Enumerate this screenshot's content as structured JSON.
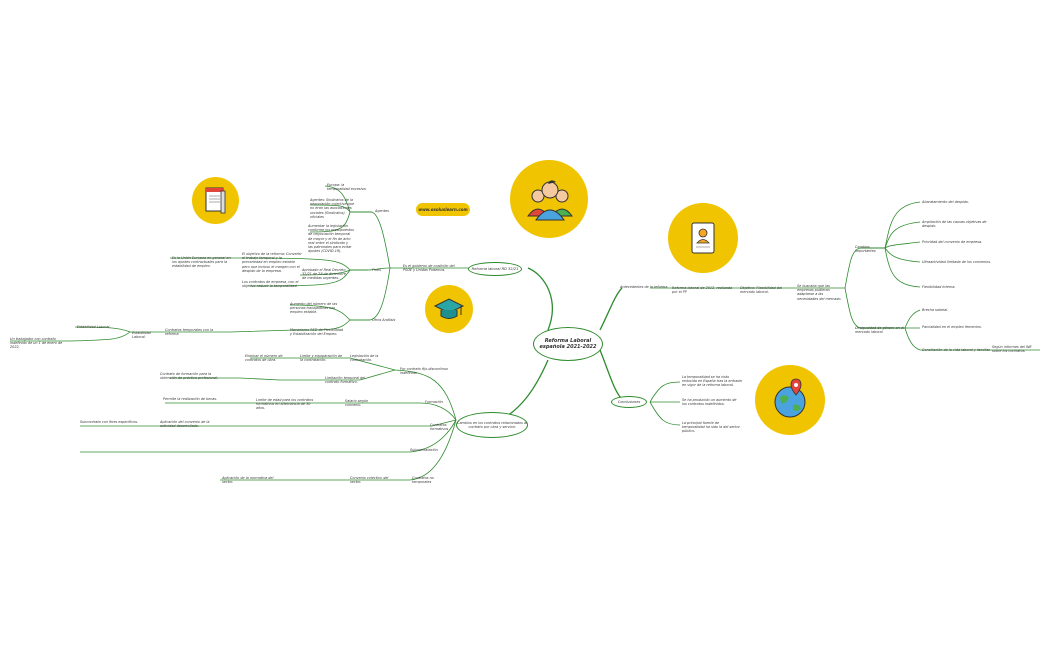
{
  "central": {
    "title": "Reforma Laboral española 2021-2022"
  },
  "website": "www.osoluslearn.com",
  "branches": {
    "b1": {
      "title": "Reforma laboral RD 32/21",
      "antecedente": "Es el gobierno de coalición del PSOE y Unidas Podemos.",
      "sub": {
        "agentes": {
          "label": "Agentes",
          "items": [
            "Europa: la temporalidad excesiva.",
            "Agentes: Sindicatos de la negociación colectiva que no eran las asociaciones sociales (Sindicatos) oficiales",
            "Aumentar la legislación conforme los presupuestos de negociación temporal de mayor y el fin de acto real entre el sindicato y las patronales para evitar ajustes (COVID-19)."
          ]
        },
        "fines": {
          "label": "Fines",
          "items": [
            "El objetivo de la reforma: Convertir el trabajo temporal y la precariedad en empleo estable pero que incluso el margen con el despido de la empresa.",
            "Aprobado el Real Decreto 32/21 de 28 de diciembre de medidas urgentes.",
            "Los contratos de empresa, con el objetivo reducir la temporalidad."
          ],
          "extra": "Es la Unión Europea en general en los ajustes contractuales para la estabilidad de empleo."
        },
        "otros": {
          "label": "Otros Análisis",
          "items": [
            "Aumento del número de las personas trabajadoras con empleo estable.",
            "Mecanismo RED de Flexibilidad y Estabilización del Empleo."
          ],
          "sub": {
            "label": "Contratos temporales con la reforma",
            "items": [
              "Estabilidad Laboral.",
              "Estabilidad Laboral.",
              "Un trabajador con contrato indefinido de un 1 de enero de 2022."
            ]
          }
        }
      }
    },
    "b2": {
      "title": "Cambios en los contratos relacionados al contrato por obra y servicio",
      "items": [
        {
          "label": "Por contrato fijo-discontinuo indefinido",
          "chain": [
            "Eliminar el número de contratos de obra.",
            "Limite y equiparación de la contratación.",
            "Legislación de la contratación."
          ]
        },
        {
          "label": "Formación",
          "chain": [
            "Contrato de formación para la obtención de práctica profesional.",
            "Limitación temporal del contrato formativo."
          ]
        },
        {
          "label": "Contratos formativos",
          "chain": [
            "Permite la realización de becas.",
            "Limite de edad para los contratos formativos en alternancia de 30 años.",
            "Salario según convenio."
          ]
        },
        {
          "label": "Subcontratación",
          "chain": [
            "Aplicación del convenio de la actividad desarrollada.",
            "Subcontrata con fines específicos."
          ]
        },
        {
          "label": "Contratos no temporales",
          "chain": [
            "Convenio colectivo del sector.",
            "Aplicación de la normativa del sector."
          ]
        }
      ]
    },
    "b3": {
      "title": "Antecedentes de la reforma",
      "sub": {
        "label": "Reforma laboral de 2012, realizada por el PP",
        "chain": [
          "Objetivo: Flexibilidad del mercado laboral.",
          "Se buscaba que las empresas pudieran adaptarse a las necesidades del mercado."
        ],
        "cambios": {
          "label": "Cambios importantes",
          "items": [
            "Abaratamiento del despido.",
            "Ampliación de las causas objetivas de despido.",
            "Prioridad del convenio de empresa.",
            "Ultraactividad limitada de los convenios.",
            "Flexibilidad interna."
          ]
        },
        "desigualdad": {
          "label": "Desigualdad de género en el mercado laboral",
          "items": [
            "Brecha salarial.",
            "Parcialidad en el empleo femenino.",
            "Conciliación de la vida laboral y familiar."
          ],
          "extra": "Según informes del INE sobre los contratos."
        }
      }
    },
    "b4": {
      "title": "Conclusiones",
      "items": [
        "La temporalidad se ha visto reducida en España tras la entrada en vigor de la reforma laboral.",
        "Se ha producido un aumento de los contratos indefinidos.",
        "La principal fuente de temporalidad ha sido la del sector público."
      ]
    }
  },
  "icons": [
    "document-icon",
    "graduation-cap-icon",
    "people-icon",
    "id-card-icon",
    "globe-location-icon"
  ],
  "colors": {
    "accent": "#f0c400",
    "line": "#2e8b2e"
  }
}
